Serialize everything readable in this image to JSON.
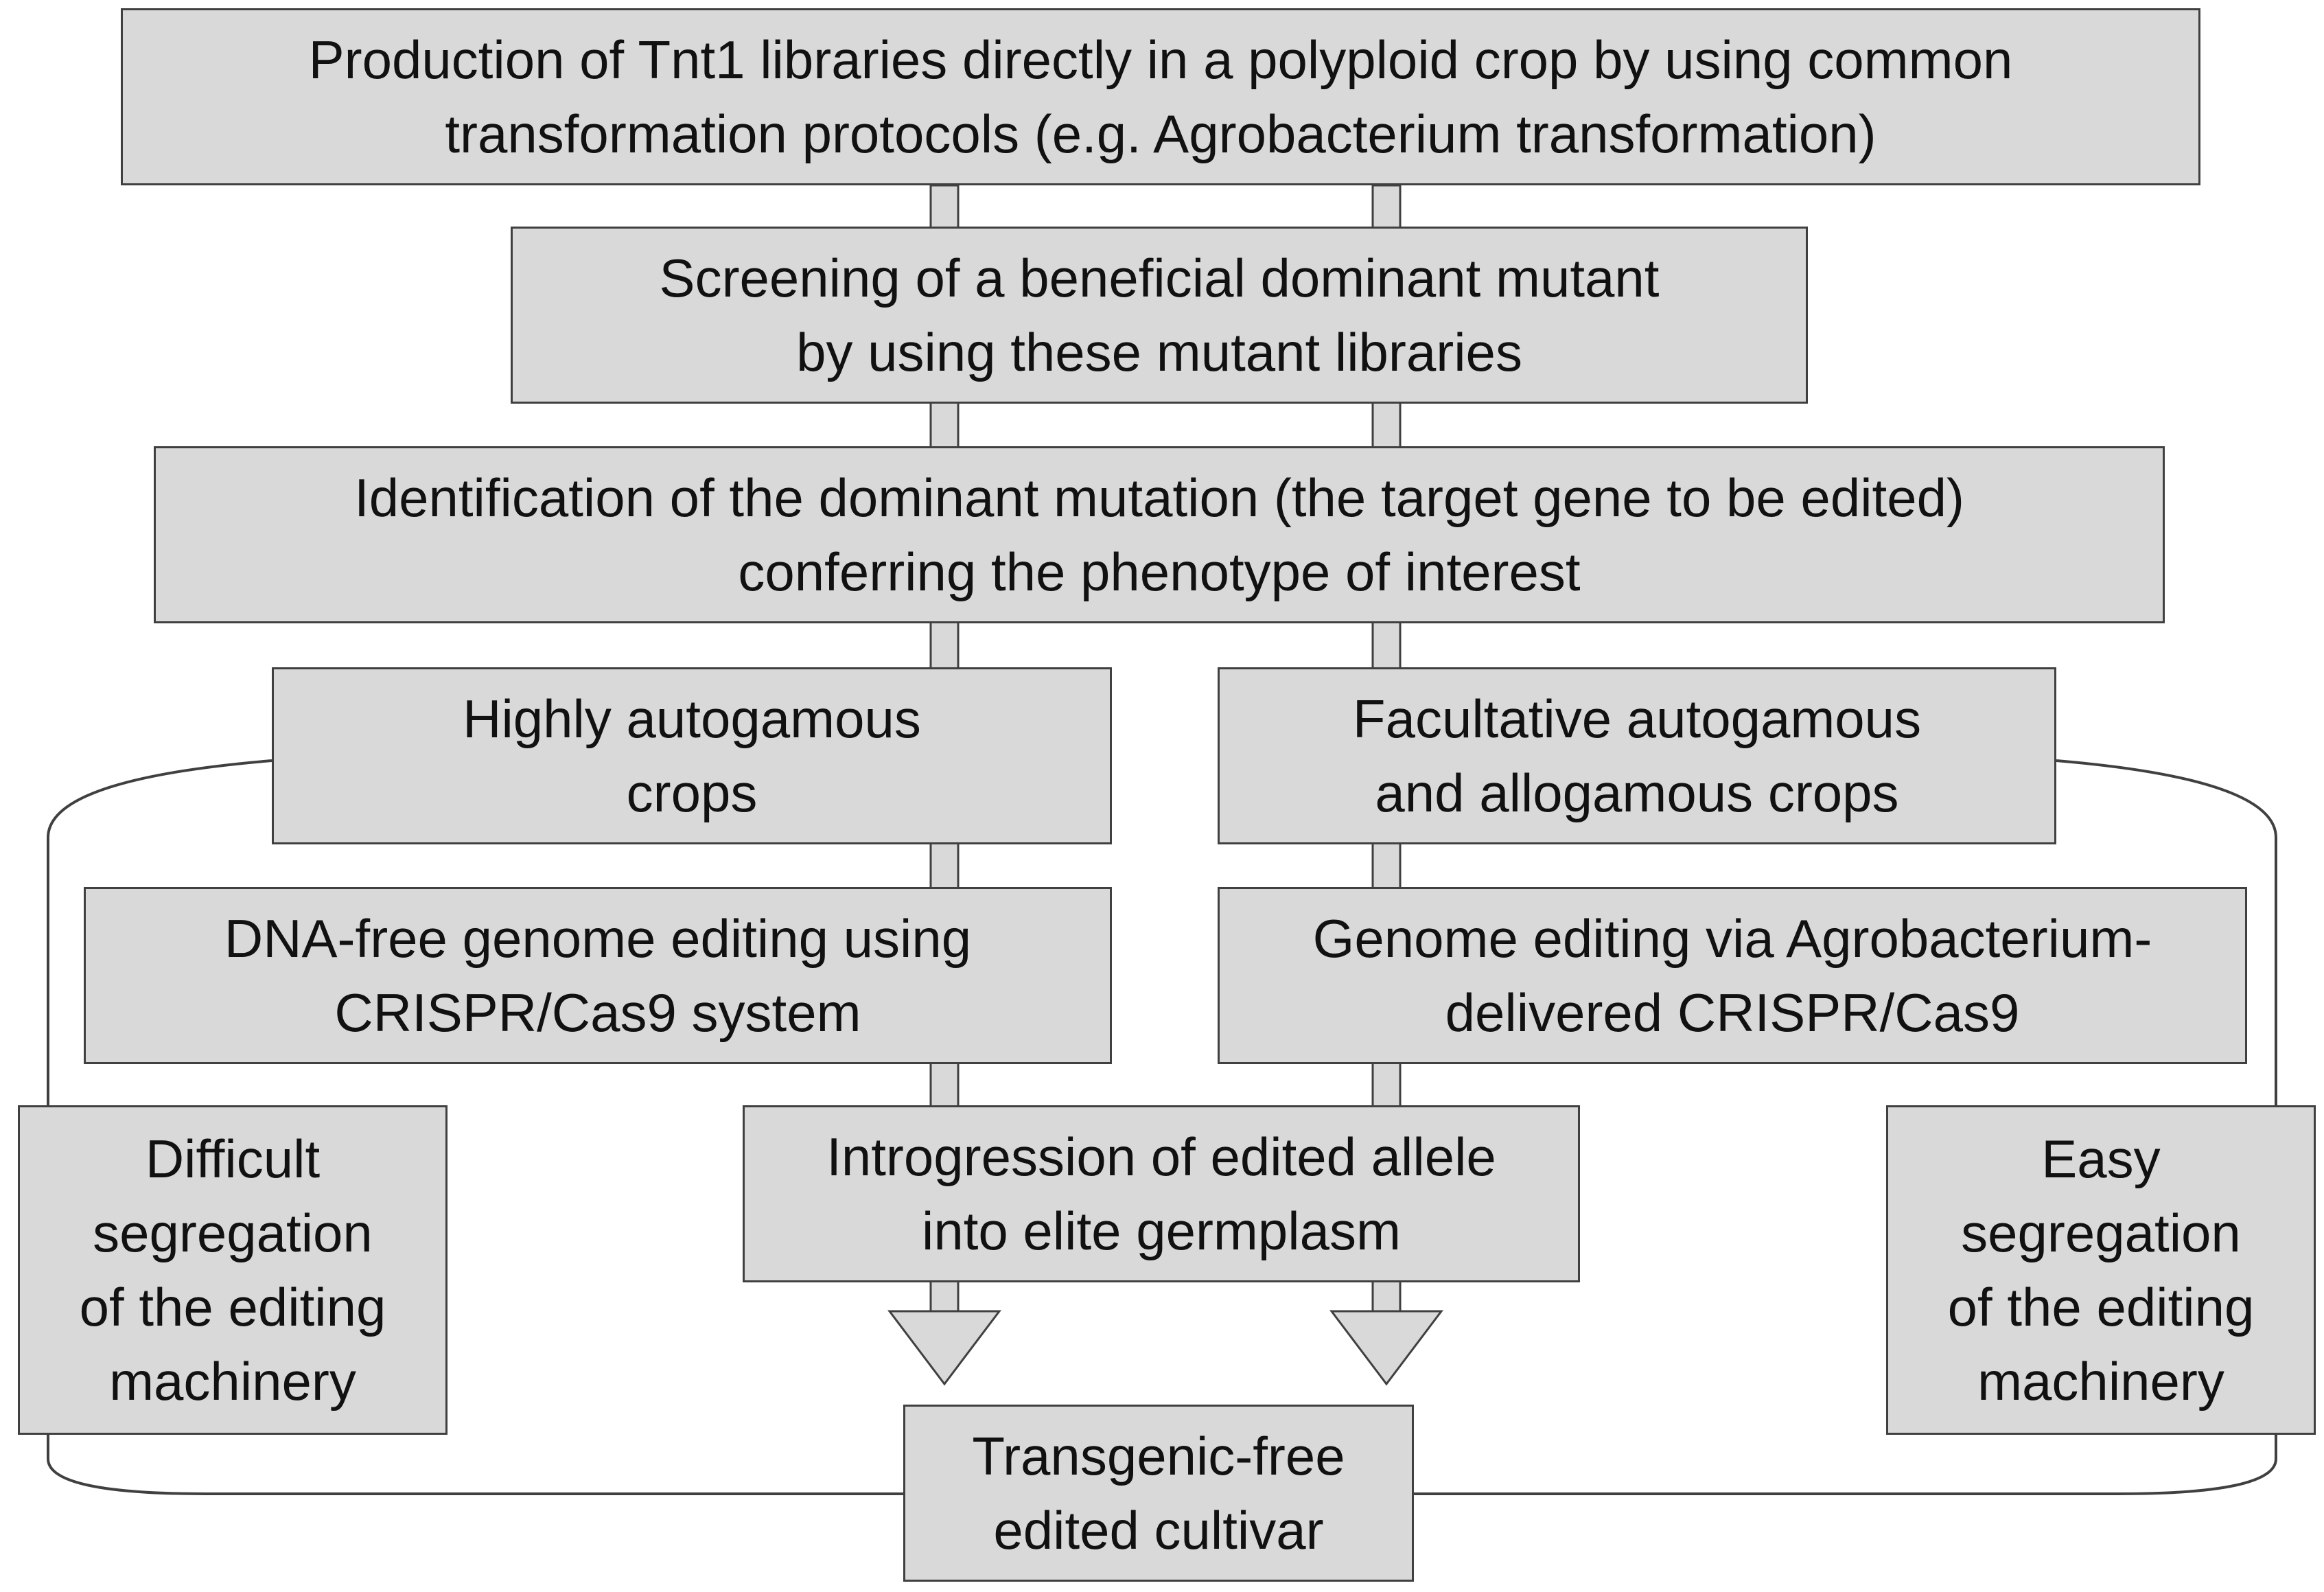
{
  "colors": {
    "box_fill": "#d9d9d9",
    "box_border": "#404040",
    "connector": "#404040",
    "text": "#111111",
    "background": "#ffffff"
  },
  "boxes": {
    "production": "Production of Tnt1 libraries directly in a polyploid crop by using common\ntransformation protocols (e.g. Agrobacterium transformation)",
    "screening": "Screening of a beneficial dominant mutant\nby using these mutant libraries",
    "identification": "Identification of the dominant mutation (the target gene to be edited)\nconferring the phenotype of interest",
    "autogamous": "Highly autogamous\ncrops",
    "allogamous": "Facultative autogamous\nand allogamous crops",
    "dna_free": "DNA-free genome editing using\nCRISPR/Cas9 system",
    "agro_editing": "Genome editing via Agrobacterium-\ndelivered CRISPR/Cas9",
    "difficult": "Difficult\nsegregation\nof the editing\nmachinery",
    "introgression": "Introgression of edited allele\ninto elite germplasm",
    "easy": "Easy\nsegregation\nof the editing\nmachinery",
    "cultivar": "Transgenic-free\nedited cultivar"
  }
}
